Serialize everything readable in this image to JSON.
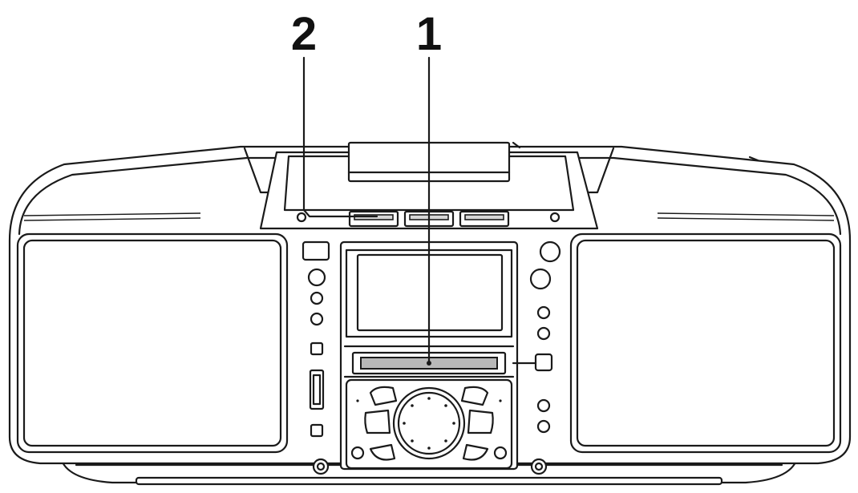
{
  "callouts": [
    {
      "id": "callout-1",
      "label": "1",
      "part": "disc-slot"
    },
    {
      "id": "callout-2",
      "label": "2",
      "part": "top-left-control"
    }
  ],
  "colors": {
    "line": "#1a1a1a",
    "background": "#ffffff",
    "slot_fill": "#b8b8b8"
  }
}
